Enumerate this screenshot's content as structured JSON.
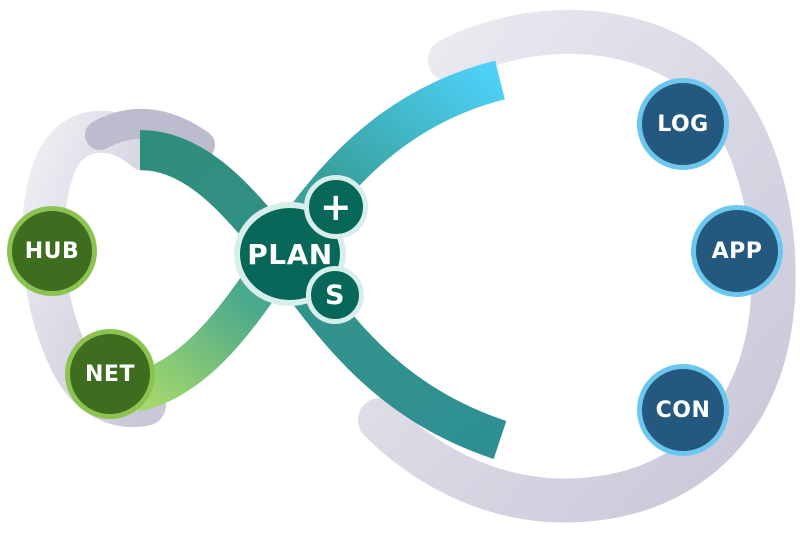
{
  "diagram": {
    "left_loop_nodes": [
      {
        "label": "HUB"
      },
      {
        "label": "NET"
      }
    ],
    "right_loop_nodes": [
      {
        "label": "LOG"
      },
      {
        "label": "APP"
      },
      {
        "label": "CON"
      }
    ],
    "center_node": {
      "label": "PLAN"
    },
    "center_badges": [
      {
        "label": "+"
      },
      {
        "label": "S"
      }
    ],
    "colors": {
      "ribbon_back": "#dcdbe6",
      "ribbon_front_start": "#9fd467",
      "ribbon_front_end": "#49cdf7",
      "green_node_fill": "#3e6d1f",
      "green_node_ring": "#8cc24f",
      "blue_node_fill": "#24587e",
      "blue_node_ring": "#6cc7ef",
      "teal_node_fill": "#07685a",
      "teal_node_ring": "#d8eeea"
    }
  }
}
